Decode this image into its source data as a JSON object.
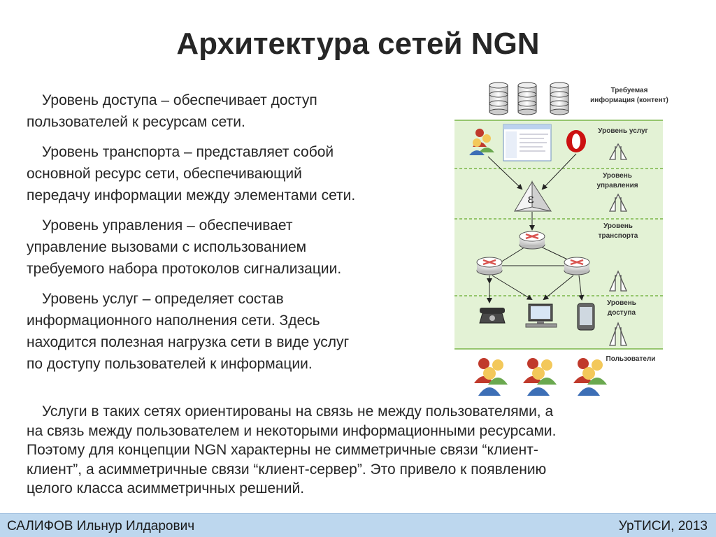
{
  "title": "Архитектура сетей NGN",
  "paragraphs": [
    {
      "lines": [
        "Уровень доступа – обеспечивает доступ",
        "пользователей к ресурсам сети."
      ]
    },
    {
      "lines": [
        "Уровень транспорта – представляет собой",
        "основной ресурс сети, обеспечивающий",
        "передачу информации между элементами сети."
      ]
    },
    {
      "lines": [
        "Уровень управления – обеспечивает",
        "управление вызовами с использованием",
        "требуемого набора протоколов сигнализации."
      ]
    },
    {
      "lines": [
        "Уровень услуг – определяет состав",
        "информационного наполнения сети. Здесь",
        "находится полезная нагрузка сети в виде услуг",
        "по доступу пользователей к информации."
      ]
    }
  ],
  "bottom_paragraph": {
    "lines": [
      "Услуги в таких сетях ориентированы на связь не между пользователями, а",
      "на связь между пользователем и некоторыми информационными ресурсами.",
      "Поэтому для концепции NGN характерны не симметричные связи “клиент-",
      "клиент”, а асимметричные связи “клиент-сервер”. Это привело к появлению",
      "целого класса асимметричных решений."
    ]
  },
  "diagram": {
    "content_label_1": "Требуемая",
    "content_label_2": "информация (контент)",
    "service_level": "Уровень услуг",
    "control_level_1": "Уровень",
    "control_level_2": "управления",
    "transport_level_1": "Уровень",
    "transport_level_2": "транспорта",
    "access_level_1": "Уровень",
    "access_level_2": "доступа",
    "users_label": "Пользователи",
    "epsilon_symbol": "ε",
    "icons": {
      "database": "database-icon",
      "users": "users-group-icon",
      "window": "app-window-icon",
      "opera": "opera-icon",
      "softswitch": "softswitch-icon",
      "router": "router-icon",
      "phone": "telephone-icon",
      "computer": "computer-icon",
      "mobile": "mobile-phone-icon"
    },
    "colors": {
      "band": "#e3f2d5",
      "dashed": "#7ab648",
      "router": "#d9534f",
      "opera": "#cc1111"
    }
  },
  "footer": {
    "author": "САЛИФОВ Ильнур Илдарович",
    "org": "УрТИСИ, 2013"
  }
}
